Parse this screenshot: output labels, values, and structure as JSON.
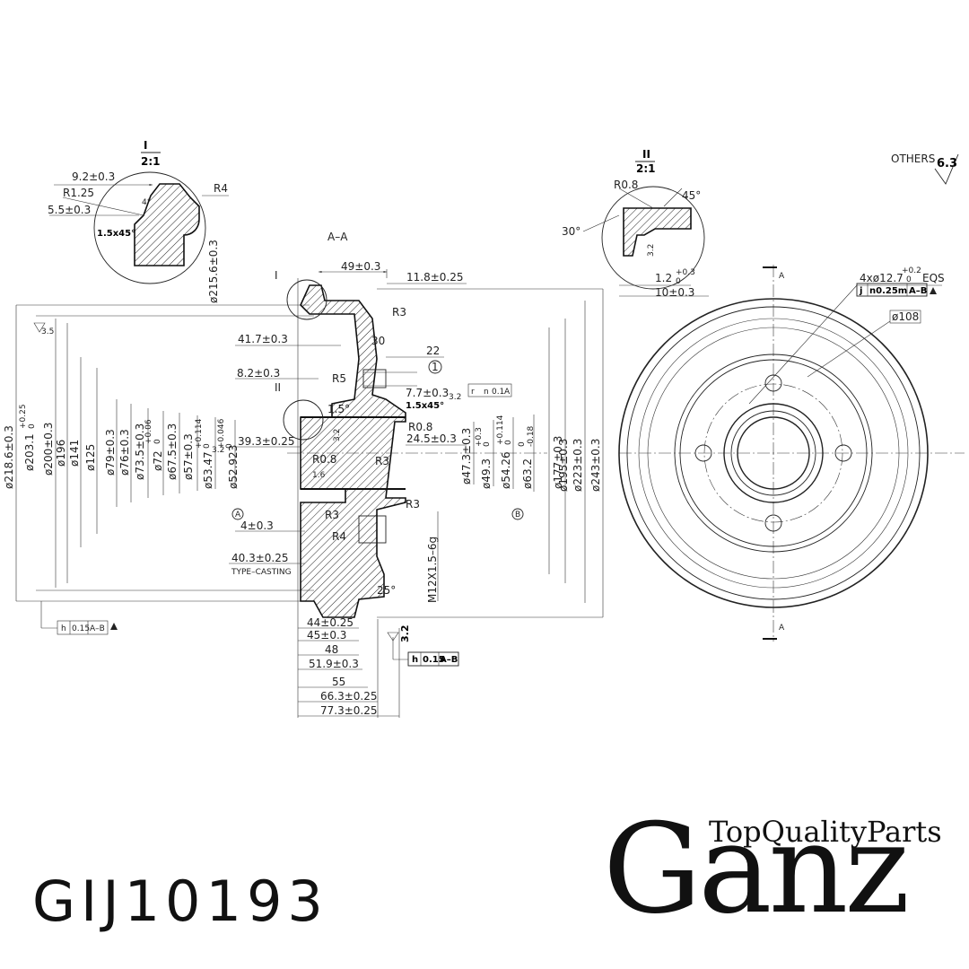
{
  "product": {
    "part_number": "GIJ10193",
    "brand_tagline": "TopQualityParts",
    "brand_logo": "Ganz"
  },
  "detail_1": {
    "numeral": "I",
    "scale": "2:1",
    "dims": [
      "9.2±0.3",
      "R1.25",
      "5.5±0.3",
      "1.5x45°",
      "4°",
      "R4"
    ]
  },
  "detail_2": {
    "numeral": "II",
    "scale": "2:1",
    "dims": [
      "R0.8",
      "45°",
      "30°",
      "3.2",
      "1.2",
      "+0.3",
      "0",
      "10±0.3"
    ]
  },
  "surface_note": {
    "label": "OTHERS",
    "value": "6.3"
  },
  "section": {
    "title": "A–A",
    "dims_top": [
      "49±0.3",
      "11.8±0.25",
      "R3",
      "41.7±0.3",
      "30",
      "22",
      "8.2±0.3",
      "R5",
      "7.7±0.3",
      "1.5x45°",
      "1.5°",
      "R0.8",
      "24.5±0.3",
      "39.3±0.25",
      "R0.8",
      "R3",
      "R3",
      "R3",
      "4±0.3",
      "R4",
      "40.3±0.25",
      "TYPE–CASTING",
      "25°",
      "M12X1.5–6g",
      "I",
      "II",
      "1"
    ],
    "dims_bottom": [
      "44±0.25",
      "45±0.3",
      "48",
      "51.9±0.3",
      "55",
      "66.3±0.25",
      "77.3±0.25"
    ],
    "diameters_left": [
      "ø218.6±0.3",
      "ø203.1",
      "+0.25",
      "0",
      "ø200±0.3",
      "ø196",
      "ø141",
      "ø125",
      "ø79±0.3",
      "ø76±0.3",
      "ø73.5±0.3",
      "ø72",
      "+0.06",
      "0",
      "ø67.5±0.3",
      "ø57±0.3",
      "ø53.47",
      "+0.114",
      "0",
      "ø52.923",
      "+0.046",
      "0",
      "3.5",
      "3.2",
      "1.6",
      "3.2",
      "3.2"
    ],
    "diameters_right": [
      "ø47.3±0.3",
      "ø49.3",
      "+0.3",
      "0",
      "ø54.26",
      "+0.114",
      "0",
      "ø63.2",
      "0",
      "-0.18",
      "ø177±0.3",
      "ø195±0.3",
      "ø223±0.3",
      "ø243±0.3"
    ],
    "datum_a": "A",
    "datum_b": "B",
    "datum_detail_2_small": [
      "r",
      "n",
      "0.1",
      "A"
    ],
    "detail_dim_215": "ø215.6±0.3",
    "tol_frame_left": [
      "h",
      "0.15",
      "A–B"
    ],
    "tol_frame_right": [
      "h",
      "0.15",
      "A–B"
    ],
    "bottom_roughness": "3.2"
  },
  "front_view": {
    "holes": "4xø12.7",
    "holes_tol": [
      "+0.2",
      "0"
    ],
    "holes_note": "EQS",
    "position_frame": [
      "j",
      "n0.25m",
      "A–B"
    ],
    "pcd": "ø108",
    "section_mark": "A"
  }
}
